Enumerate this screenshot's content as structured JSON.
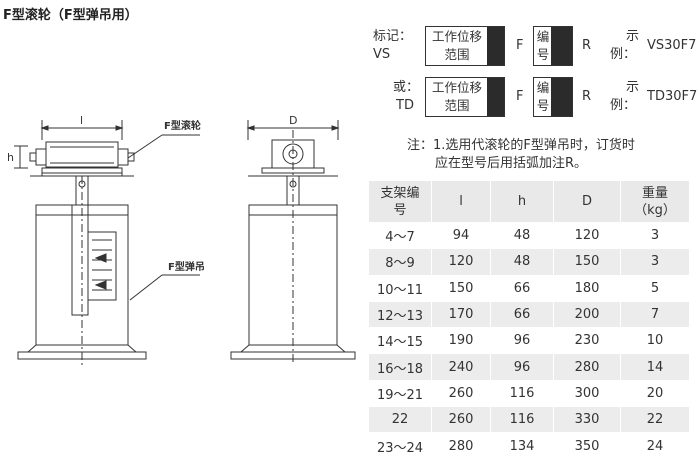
{
  "title": "F型滚轮（F型弹吊用）",
  "drawing": {
    "label_l": "l",
    "label_h": "h",
    "label_D": "D",
    "callout_roller": "F型滚轮",
    "callout_hanger": "F型弹吊"
  },
  "codes": [
    {
      "prefix_line1": "标记：",
      "prefix_line2": "VS",
      "box1_line1": "工作位移",
      "box1_line2": "范围",
      "letter": "F",
      "box2_line1": "编",
      "box2_line2": "号",
      "suffix": "R",
      "example_line1": "示",
      "example_line2": "例：",
      "example_value": "VS30F7"
    },
    {
      "prefix_line1": "或：",
      "prefix_line2": "TD",
      "box1_line1": "工作位移",
      "box1_line2": "范围",
      "letter": "F",
      "box2_line1": "编",
      "box2_line2": "号",
      "suffix": "R",
      "example_line1": "示",
      "example_line2": "例：",
      "example_value": "TD30F7"
    }
  ],
  "note": {
    "line1": "注：1.选用代滚轮的F型弹吊时，订货时",
    "line2": "应在型号后用括弧加注R。"
  },
  "table": {
    "headers": [
      {
        "line1": "支架编",
        "line2": "号"
      },
      {
        "line1": "l",
        "line2": ""
      },
      {
        "line1": "h",
        "line2": ""
      },
      {
        "line1": "D",
        "line2": ""
      },
      {
        "line1": "重量",
        "line2": "（kg）"
      }
    ],
    "rows": [
      [
        "4～7",
        "94",
        "48",
        "120",
        "3"
      ],
      [
        "8～9",
        "120",
        "48",
        "150",
        "3"
      ],
      [
        "10～11",
        "150",
        "66",
        "180",
        "5"
      ],
      [
        "12～13",
        "170",
        "66",
        "200",
        "7"
      ],
      [
        "14～15",
        "190",
        "96",
        "230",
        "10"
      ],
      [
        "16～18",
        "240",
        "96",
        "280",
        "14"
      ],
      [
        "19～21",
        "260",
        "116",
        "300",
        "20"
      ],
      [
        "22",
        "260",
        "116",
        "330",
        "22"
      ],
      [
        "23～24",
        "280",
        "134",
        "350",
        "24"
      ]
    ]
  }
}
